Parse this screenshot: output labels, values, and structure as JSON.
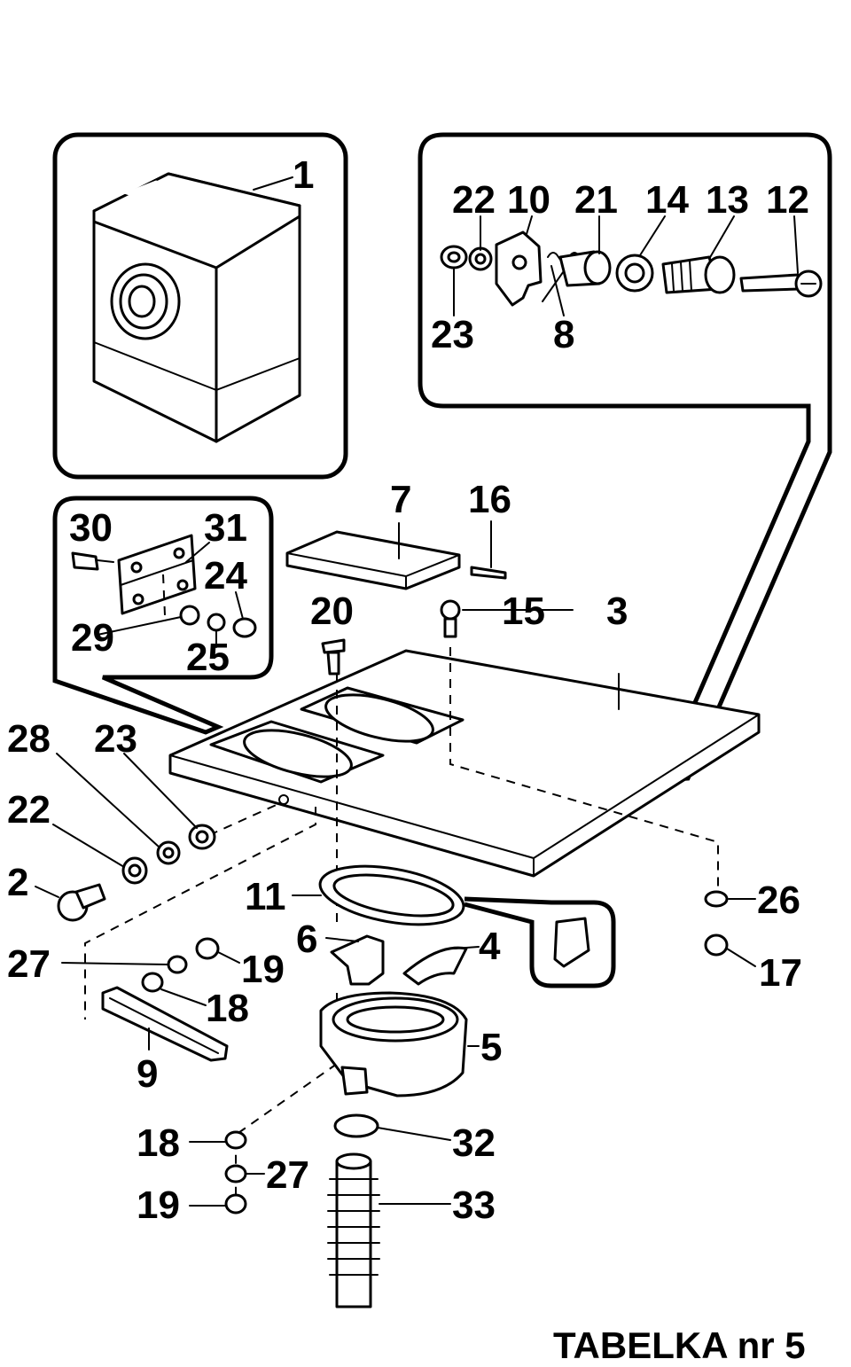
{
  "title": "TABELKA nr 5",
  "labels": [
    "1",
    "22",
    "10",
    "21",
    "14",
    "13",
    "12",
    "23",
    "8",
    "7",
    "16",
    "30",
    "31",
    "24",
    "20",
    "15",
    "3",
    "29",
    "25",
    "28",
    "23",
    "22",
    "2",
    "11",
    "26",
    "6",
    "4",
    "27",
    "19",
    "17",
    "18",
    "5",
    "9",
    "18",
    "32",
    "27",
    "19",
    "33"
  ]
}
